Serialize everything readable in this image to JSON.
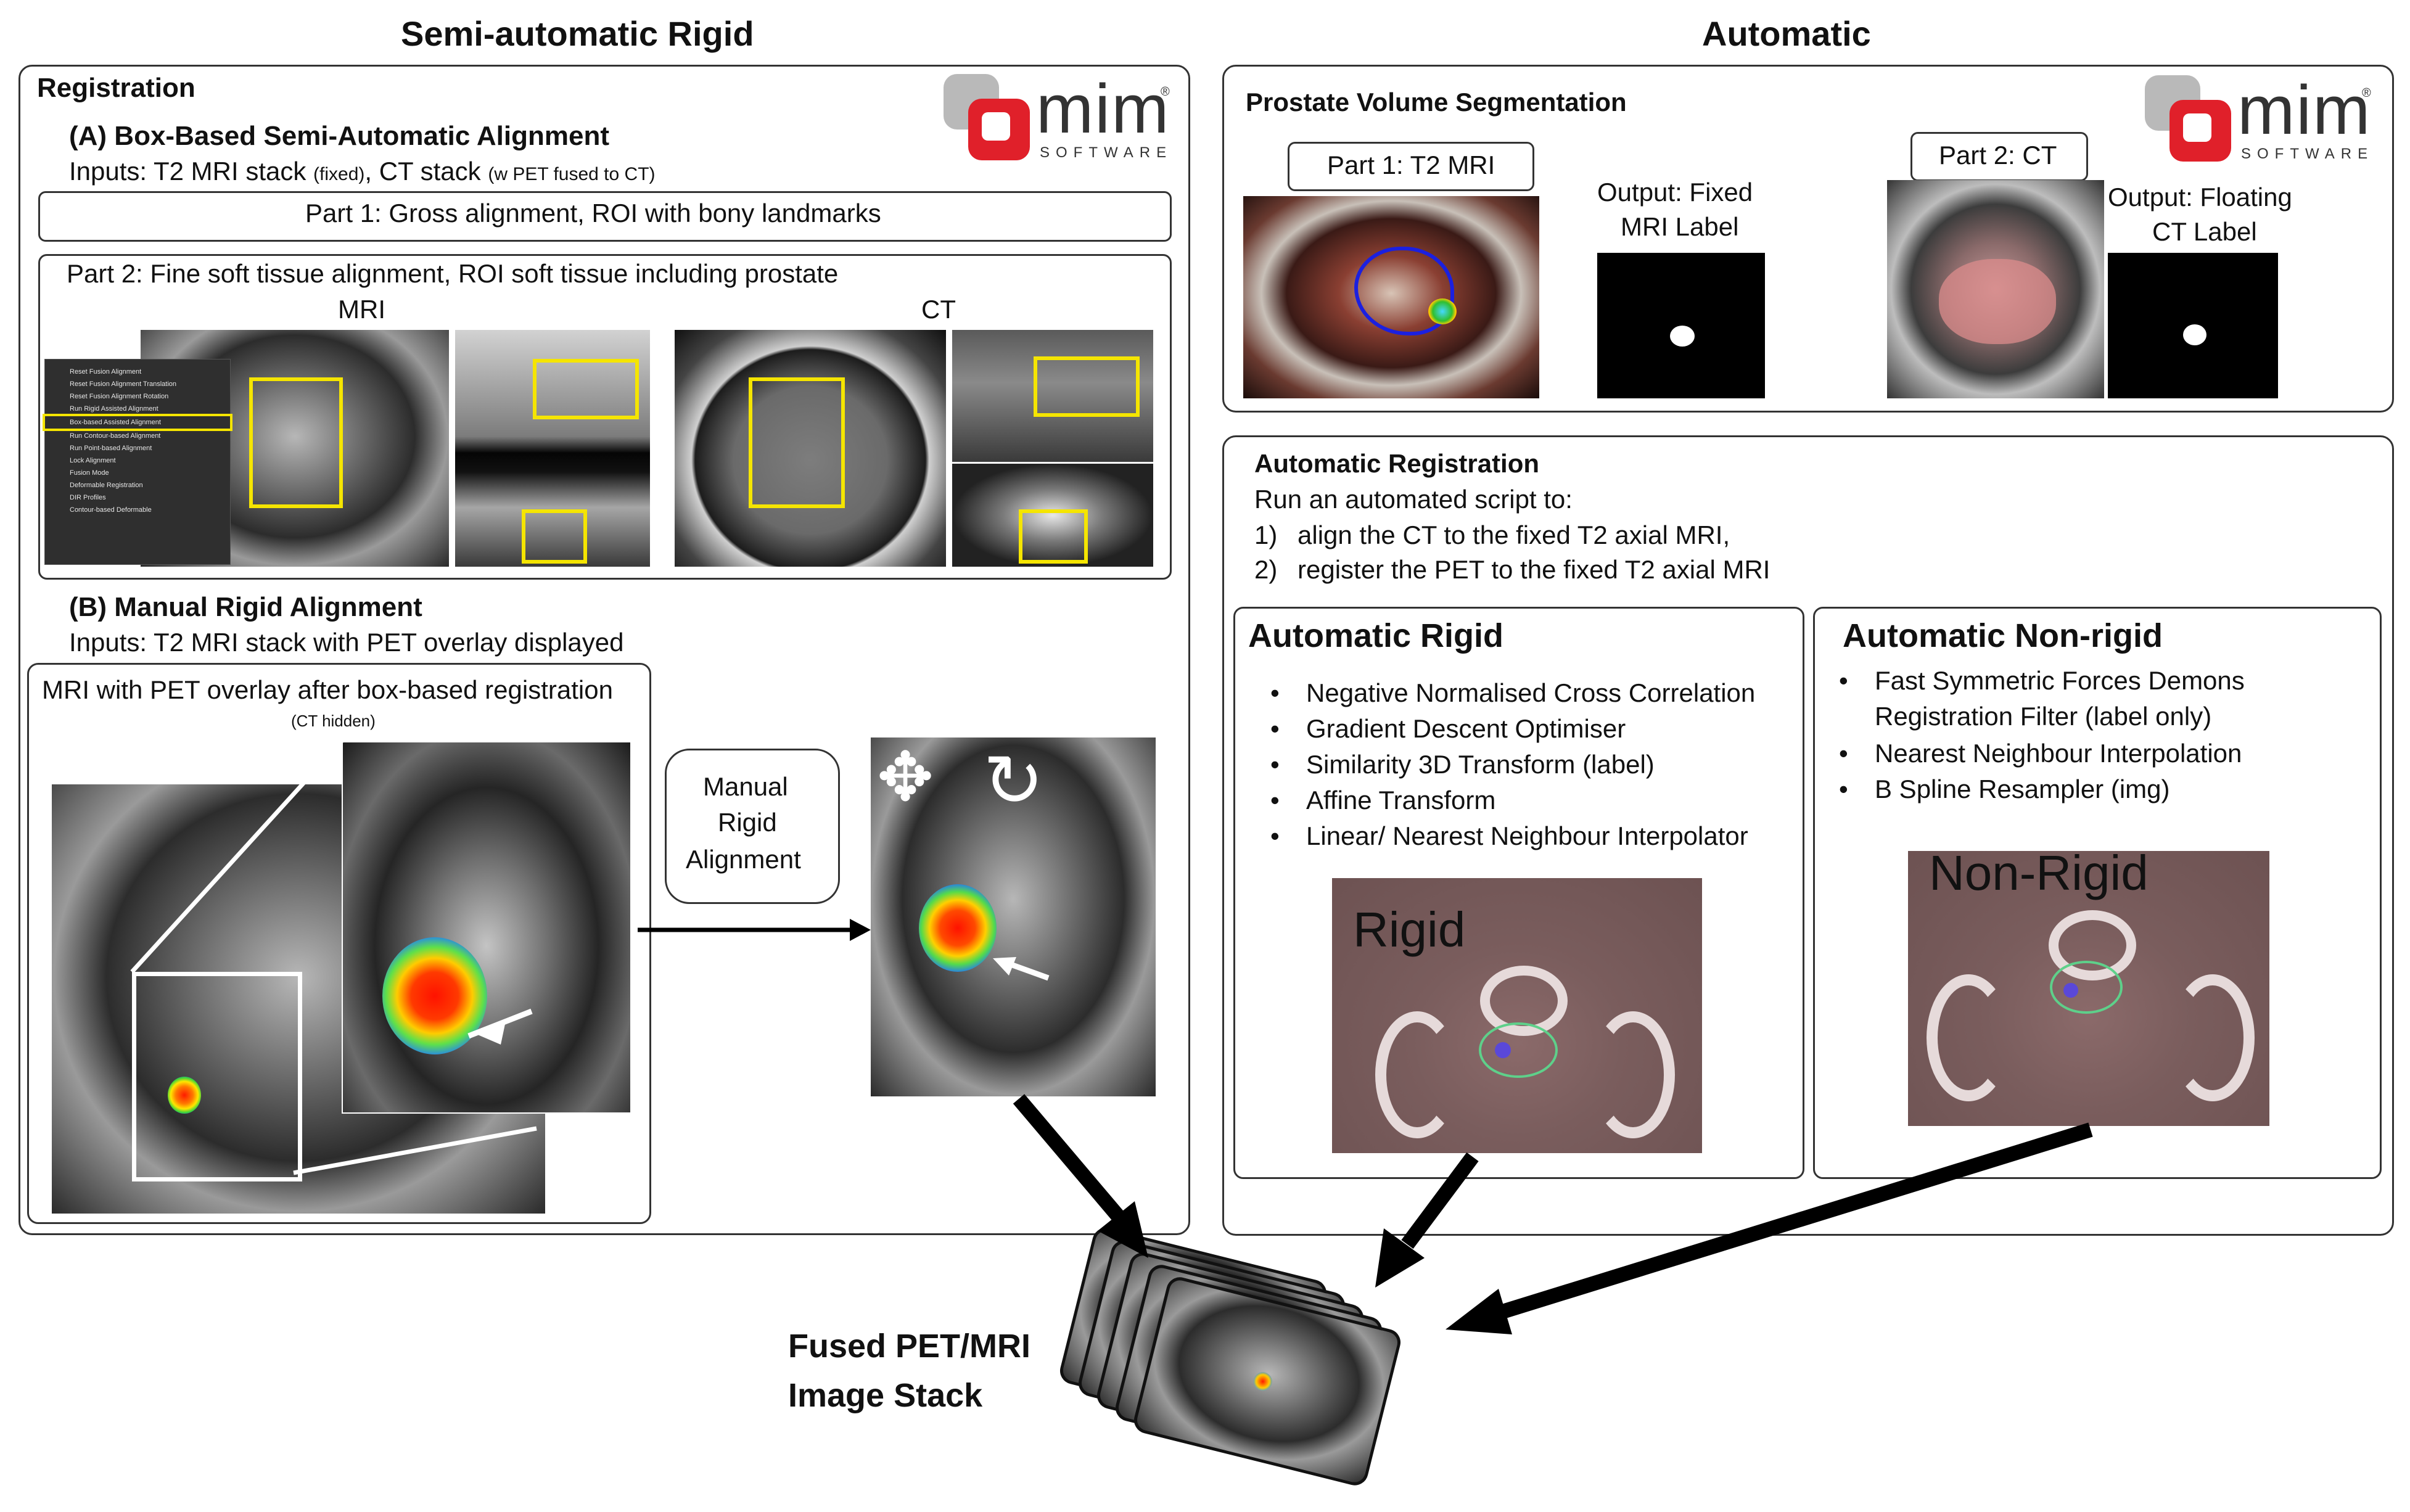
{
  "left_title": "Semi-automatic Rigid",
  "right_title": "Automatic",
  "registration": {
    "label": "Registration",
    "section_a": {
      "title": "(A) Box-Based Semi-Automatic Alignment",
      "inputs_prefix": "Inputs: T2 MRI stack ",
      "inputs_fixed": "(fixed)",
      "inputs_mid": ", CT stack ",
      "inputs_ct_note": "(w PET fused to CT)",
      "part1": "Part 1: Gross alignment, ROI with bony landmarks",
      "part2": "Part 2: Fine soft tissue alignment, ROI soft tissue including prostate",
      "mri_label": "MRI",
      "ct_label": "CT",
      "menu_items": [
        "Reset Fusion Alignment",
        "Reset Fusion Alignment Translation",
        "Reset Fusion Alignment Rotation",
        "Run Rigid Assisted Alignment",
        "Box-based Assisted Alignment",
        "Run Contour-based Alignment",
        "Run Point-based Alignment",
        "Lock Alignment",
        "Fusion Mode",
        "Deformable Registration",
        "DIR Profiles",
        "Contour-based Deformable"
      ]
    },
    "section_b": {
      "title": "(B) Manual Rigid Alignment",
      "inputs": "Inputs: T2 MRI stack with PET overlay displayed",
      "overlay_caption": "MRI with PET overlay after box-based registration",
      "ct_hidden": "(CT hidden)",
      "manual_box": [
        "Manual",
        "Rigid",
        "Alignment"
      ]
    }
  },
  "logo": {
    "text": "mim",
    "sub": "SOFTWARE",
    "registered": "®"
  },
  "segmentation": {
    "title": "Prostate Volume Segmentation",
    "part1": "Part 1: T2 MRI",
    "part2": "Part 2: CT",
    "output_fixed": [
      "Output: Fixed",
      "MRI Label"
    ],
    "output_floating": [
      "Output: Floating",
      "CT Label"
    ]
  },
  "auto_registration": {
    "title": "Automatic Registration",
    "intro": "Run an automated script to:",
    "steps": [
      {
        "num": "1)",
        "text": "align the CT to the fixed T2 axial MRI,"
      },
      {
        "num": "2)",
        "text": "register the PET to the fixed T2 axial MRI"
      }
    ],
    "rigid": {
      "title": "Automatic Rigid",
      "bullets": [
        "Negative Normalised Cross Correlation",
        "Gradient Descent Optimiser",
        "Similarity 3D Transform (label)",
        "Affine Transform",
        "Linear/ Nearest Neighbour Interpolator"
      ],
      "image_label": "Rigid"
    },
    "nonrigid": {
      "title": "Automatic Non-rigid",
      "bullets": [
        [
          "Fast Symmetric Forces Demons",
          "Registration Filter (label only)"
        ],
        [
          "Nearest Neighbour Interpolation"
        ],
        [
          "B Spline Resampler (img)"
        ]
      ],
      "image_label": "Non-Rigid"
    }
  },
  "output": {
    "line1": "Fused PET/MRI",
    "line2": "Image Stack"
  },
  "colors": {
    "roi_yellow": "#f5e500",
    "mim_red": "#e0202a",
    "mim_gray": "#b9b9b9"
  }
}
